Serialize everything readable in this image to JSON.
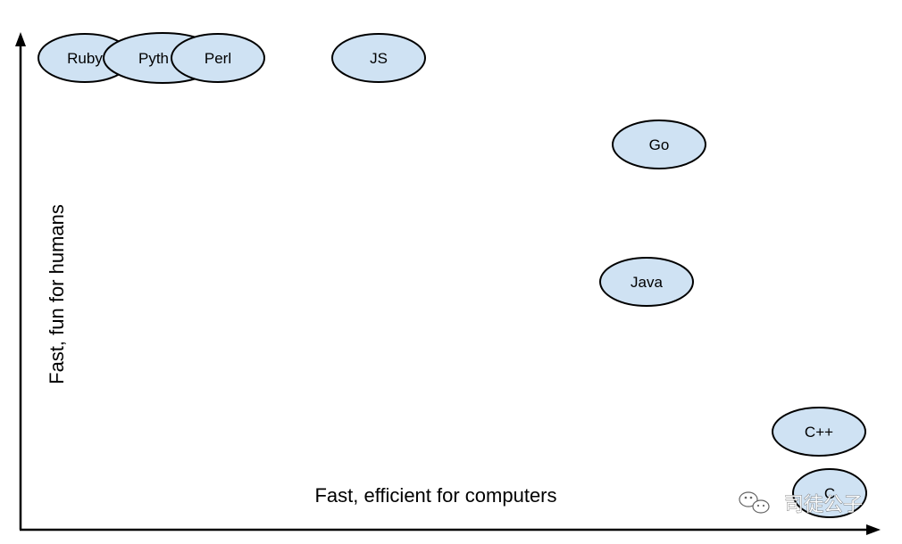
{
  "axes": {
    "x_label": "Fast, efficient for computers",
    "y_label": "Fast, fun for humans"
  },
  "nodes": [
    {
      "id": "ruby",
      "label": "Ruby"
    },
    {
      "id": "python",
      "label": "Pyth"
    },
    {
      "id": "perl",
      "label": "Perl"
    },
    {
      "id": "js",
      "label": "JS"
    },
    {
      "id": "go",
      "label": "Go"
    },
    {
      "id": "java",
      "label": "Java"
    },
    {
      "id": "cpp",
      "label": "C++"
    },
    {
      "id": "c",
      "label": "C"
    }
  ],
  "watermark": {
    "text": "司徒公子",
    "icon": "wechat-icon"
  },
  "colors": {
    "node_fill": "#cfe2f3",
    "node_stroke": "#000000",
    "axis": "#000000"
  }
}
